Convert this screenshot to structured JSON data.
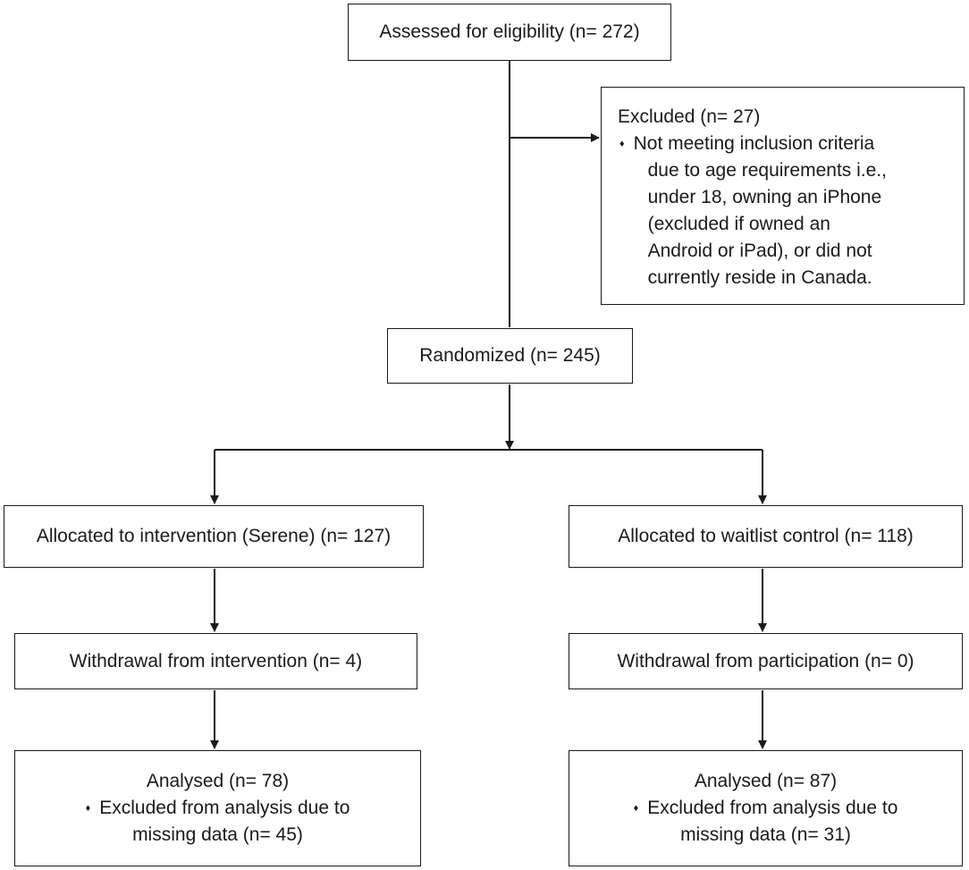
{
  "nodes": {
    "assessed": "Assessed for eligibility (n= 272)",
    "excluded": {
      "title": "Excluded (n= 27)",
      "bullet_icon": "diamond-bullet",
      "lines": [
        "Not meeting inclusion criteria",
        "due to age requirements i.e.,",
        "under 18, owning an iPhone",
        "(excluded if owned an",
        "Android or iPad), or did not",
        "currently reside in Canada."
      ]
    },
    "randomized": "Randomized (n= 245)",
    "alloc_intervention": "Allocated to intervention (Serene) (n= 127)",
    "alloc_waitlist": "Allocated to waitlist control (n= 118)",
    "withdraw_intervention": "Withdrawal from intervention (n= 4)",
    "withdraw_waitlist": "Withdrawal from participation (n= 0)",
    "analysed_intervention": {
      "title": "Analysed (n= 78)",
      "line1": "Excluded from analysis due to",
      "line2": "missing data (n= 45)"
    },
    "analysed_waitlist": {
      "title": "Analysed (n= 87)",
      "line1": "Excluded from analysis due to",
      "line2": "missing data (n= 31)"
    }
  },
  "bullet_glyph": "♦"
}
